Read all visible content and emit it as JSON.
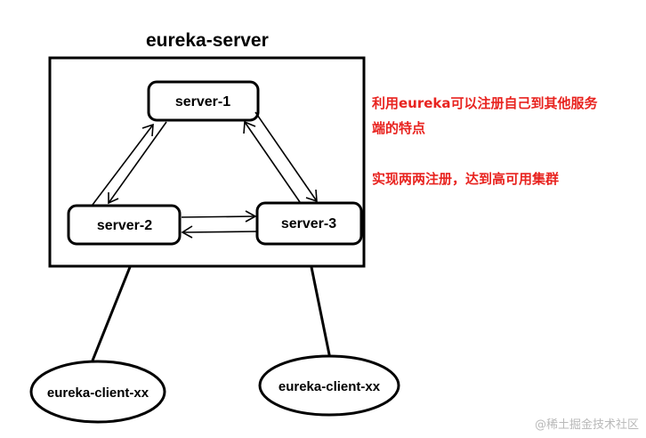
{
  "diagram": {
    "title": "eureka-server",
    "servers": {
      "s1": "server-1",
      "s2": "server-2",
      "s3": "server-3"
    },
    "clients": {
      "left": "eureka-client-xx",
      "right": "eureka-client-xx"
    }
  },
  "notes": {
    "line1a": "利用eureka可以注册自己到其他服务",
    "line1b": "端的特点",
    "line2": "实现两两注册，达到高可用集群"
  },
  "watermark": "@稀土掘金技术社区",
  "colors": {
    "note": "#e8231f",
    "stroke": "#000000"
  }
}
